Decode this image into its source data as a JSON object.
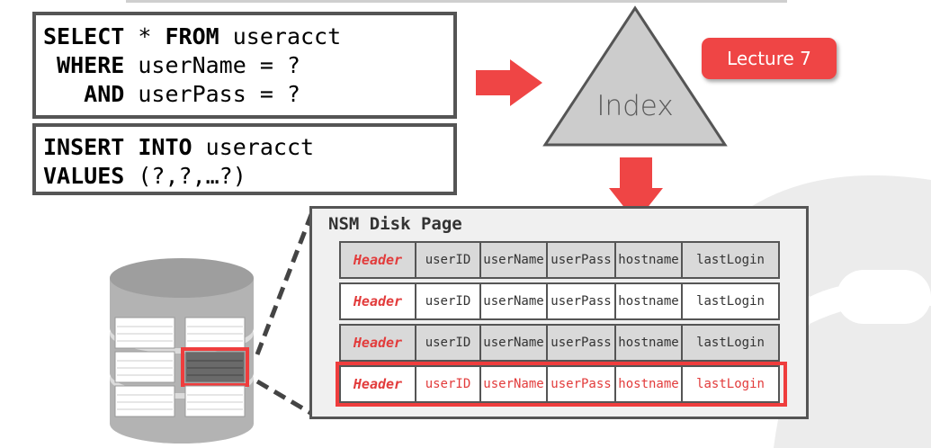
{
  "sql_select": {
    "line1_kw1": "SELECT",
    "line1_rest1": " * ",
    "line1_kw2": "FROM",
    "line1_rest2": " useracct",
    "line2_kw": " WHERE",
    "line2_rest": " userName = ?",
    "line3_kw": "   AND",
    "line3_rest": " userPass = ?"
  },
  "sql_insert": {
    "line1_kw1": "INSERT",
    "line1_sp": " ",
    "line1_kw2": "INTO",
    "line1_rest": " useracct",
    "line2_kw": "VALUES",
    "line2_rest": " (?,?,…?)"
  },
  "index_label": "Index",
  "badge_label": "Lecture 7",
  "page_title": "NSM Disk Page",
  "columns": [
    "Header",
    "userID",
    "userName",
    "userPass",
    "hostname",
    "lastLogin"
  ],
  "rows": [
    {
      "style": "gray"
    },
    {
      "style": "white"
    },
    {
      "style": "gray"
    },
    {
      "style": "selected"
    }
  ],
  "colors": {
    "accent_red": "#ef4545",
    "border_gray": "#555555",
    "triangle_fill": "#cccccc",
    "cylinder_fill": "#b3b3b3"
  },
  "icons": [
    "right-arrow-icon",
    "down-arrow-icon",
    "database-cylinder-icon"
  ]
}
